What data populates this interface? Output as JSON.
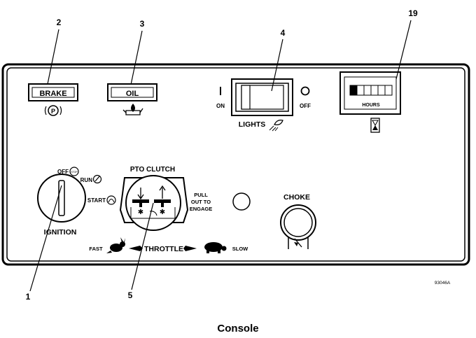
{
  "callouts": {
    "ignition": "1",
    "brake": "2",
    "oil": "3",
    "lights": "4",
    "pto": "5",
    "hour_meter": "19"
  },
  "brake": {
    "label": "BRAKE",
    "symbol": "P"
  },
  "oil": {
    "label": "OIL"
  },
  "lights": {
    "on_label": "ON",
    "off_label": "OFF",
    "label": "LIGHTS"
  },
  "hour_meter": {
    "label": "HOURS",
    "digit_count": 6
  },
  "ignition": {
    "label": "IGNITION",
    "off": "OFF",
    "run": "RUN",
    "start": "START",
    "stop_symbol": "STOP"
  },
  "pto": {
    "label": "PTO CLUTCH",
    "instruction_line1": "PULL",
    "instruction_line2": "OUT TO",
    "instruction_line3": "ENGAGE"
  },
  "throttle": {
    "label": "THROTTLE",
    "fast": "FAST",
    "slow": "SLOW"
  },
  "choke": {
    "label": "CHOKE"
  },
  "figure_code": "93046A",
  "caption": "Console"
}
